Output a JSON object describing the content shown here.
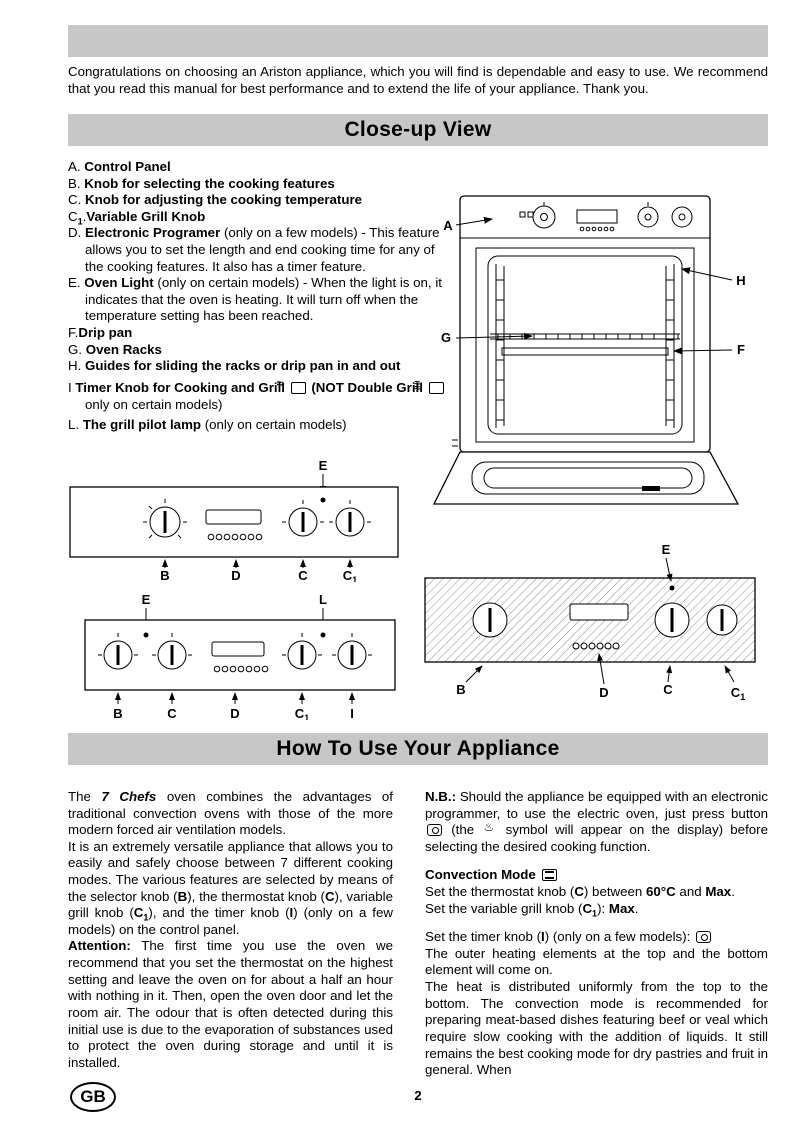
{
  "page": {
    "intro": "Congratulations on choosing an Ariston appliance, which you will find is dependable and easy to use. We recommend that you read this manual for best performance and to extend the life of your appliance. Thank you.",
    "footer": {
      "country": "GB",
      "page_number": "2"
    }
  },
  "closeup": {
    "title": "Close-up View",
    "parts": [
      {
        "key": "a",
        "letter": "A. ",
        "segments": [
          {
            "b": "Control Panel"
          }
        ]
      },
      {
        "key": "b",
        "letter": "B. ",
        "segments": [
          {
            "b": "Knob for selecting the cooking features"
          }
        ]
      },
      {
        "key": "c",
        "letter": "C. ",
        "segments": [
          {
            "b": "Knob for adjusting the cooking temperature"
          }
        ]
      },
      {
        "key": "c1",
        "letter": "C1.",
        "segments": [
          {
            "b": "Variable Grill Knob"
          }
        ]
      },
      {
        "key": "d",
        "letter": "D. ",
        "segments": [
          {
            "b": "Electronic Programer"
          },
          {
            "t": " (only on a few models) - This feature allows you to set the length and end cooking time for any of the cooking features. It also has a timer feature."
          }
        ]
      },
      {
        "key": "e",
        "letter": "E. ",
        "segments": [
          {
            "b": "Oven Light"
          },
          {
            "t": " (only on certain models) - When the light is on, it indicates that the oven is heating. It will turn off when the temperature setting has been reached."
          }
        ]
      },
      {
        "key": "f",
        "letter": "F.",
        "segments": [
          {
            "b": "Drip pan"
          }
        ]
      },
      {
        "key": "g",
        "letter": "G. ",
        "segments": [
          {
            "b": "Oven Racks"
          }
        ]
      },
      {
        "key": "h",
        "letter": "H. ",
        "segments": [
          {
            "b": "Guides for sliding the racks or drip pan in and out"
          }
        ]
      },
      {
        "key": "i",
        "letter": "I ",
        "segments": [
          {
            "b": "Timer Knob for Cooking and Grill "
          },
          {
            "icon": "grill-icon"
          },
          {
            "b": " (NOT Double Grill "
          },
          {
            "icon": "double-grill-icon"
          },
          {
            "t": " only on certain models)"
          }
        ]
      },
      {
        "key": "l",
        "letter": "L. ",
        "segments": [
          {
            "b": "The grill pilot lamp"
          },
          {
            "t": " (only on certain models)"
          }
        ]
      }
    ],
    "diagram_labels": {
      "oven": {
        "a": "A",
        "h": "H",
        "g": "G",
        "f": "F"
      },
      "panel1": {
        "e": "E",
        "b": "B",
        "d": "D",
        "c": "C",
        "c1": "C1"
      },
      "panel2": {
        "e": "E",
        "l": "L",
        "b": "B",
        "c": "C",
        "d": "D",
        "c1": "C1",
        "i": "I"
      },
      "panel3": {
        "e": "E",
        "b": "B",
        "d": "D",
        "c": "C",
        "c1": "C1"
      }
    }
  },
  "usage": {
    "title": "How To Use Your Appliance",
    "left": [
      {
        "name": "seven-chefs-paragraph",
        "segments": [
          {
            "t": "The "
          },
          {
            "bi": "7 Chefs"
          },
          {
            "t": " oven combines the advantages of traditional convection ovens with those of the more modern forced air ventilation models."
          }
        ]
      },
      {
        "name": "versatile-paragraph",
        "segments": [
          {
            "t": "It is an extremely versatile appliance that allows you to easily and safely choose between 7 different cooking modes. The various features are selected by means of the selector knob ("
          },
          {
            "b": "B"
          },
          {
            "t": "), the thermostat knob ("
          },
          {
            "b": "C"
          },
          {
            "t": "), variable grill knob ("
          },
          {
            "b": "C"
          },
          {
            "sub": "1"
          },
          {
            "t": "), and the timer knob ("
          },
          {
            "b": "I"
          },
          {
            "t": ") (only on a few models) on the control panel."
          }
        ]
      },
      {
        "name": "attention-paragraph",
        "segments": [
          {
            "b": "Attention:"
          },
          {
            "t": " The first time you use the oven we recommend that you set the thermostat on the highest setting and leave the oven on for about a half an hour with nothing in it. Then, open the oven door and let the room air. The odour that is often detected during this initial use is due to the evaporation of substances used to protect the oven during storage and until it is installed."
          }
        ]
      }
    ],
    "right": [
      {
        "name": "nb-paragraph",
        "segments": [
          {
            "b": "N.B.:"
          },
          {
            "t": " Should the appliance be equipped with an electronic programmer, to use the electric oven, just press button "
          },
          {
            "icon": "press-button-icon"
          },
          {
            "t": " (the "
          },
          {
            "icon": "steam-symbol-icon"
          },
          {
            "t": " symbol will appear on the display) before selecting the desired cooking function."
          }
        ]
      },
      {
        "name": "convection-mode-heading",
        "gap": true,
        "segments": [
          {
            "b": "Convection Mode "
          },
          {
            "icon": "convection-mode-icon"
          }
        ]
      },
      {
        "name": "thermostat-setting-line",
        "segments": [
          {
            "t": "Set the thermostat knob ("
          },
          {
            "b": "C"
          },
          {
            "t": ") between "
          },
          {
            "b": "60°C"
          },
          {
            "t": " and "
          },
          {
            "b": "Max"
          },
          {
            "t": "."
          }
        ]
      },
      {
        "name": "grill-setting-line",
        "segments": [
          {
            "t": "Set the variable grill knob ("
          },
          {
            "b": "C"
          },
          {
            "sub": "1"
          },
          {
            "t": "): "
          },
          {
            "b": "Max"
          },
          {
            "t": "."
          }
        ]
      },
      {
        "name": "timer-setting-line",
        "gap": true,
        "segments": [
          {
            "t": "Set the timer knob ("
          },
          {
            "b": "I"
          },
          {
            "t": ") (only on a few models): "
          },
          {
            "icon": "press-button-icon"
          }
        ]
      },
      {
        "name": "heating-elements-paragraph",
        "segments": [
          {
            "t": "The outer heating elements at the top and the bottom element will come on."
          }
        ]
      },
      {
        "name": "heat-distribution-paragraph",
        "segments": [
          {
            "t": "The heat is distributed uniformly from the top to the bottom. The convection mode is recommended for preparing meat-based dishes featuring beef or veal which require slow cooking with the addition of liquids. It still remains the best cooking mode for dry pastries and fruit in general. When"
          }
        ]
      }
    ]
  }
}
